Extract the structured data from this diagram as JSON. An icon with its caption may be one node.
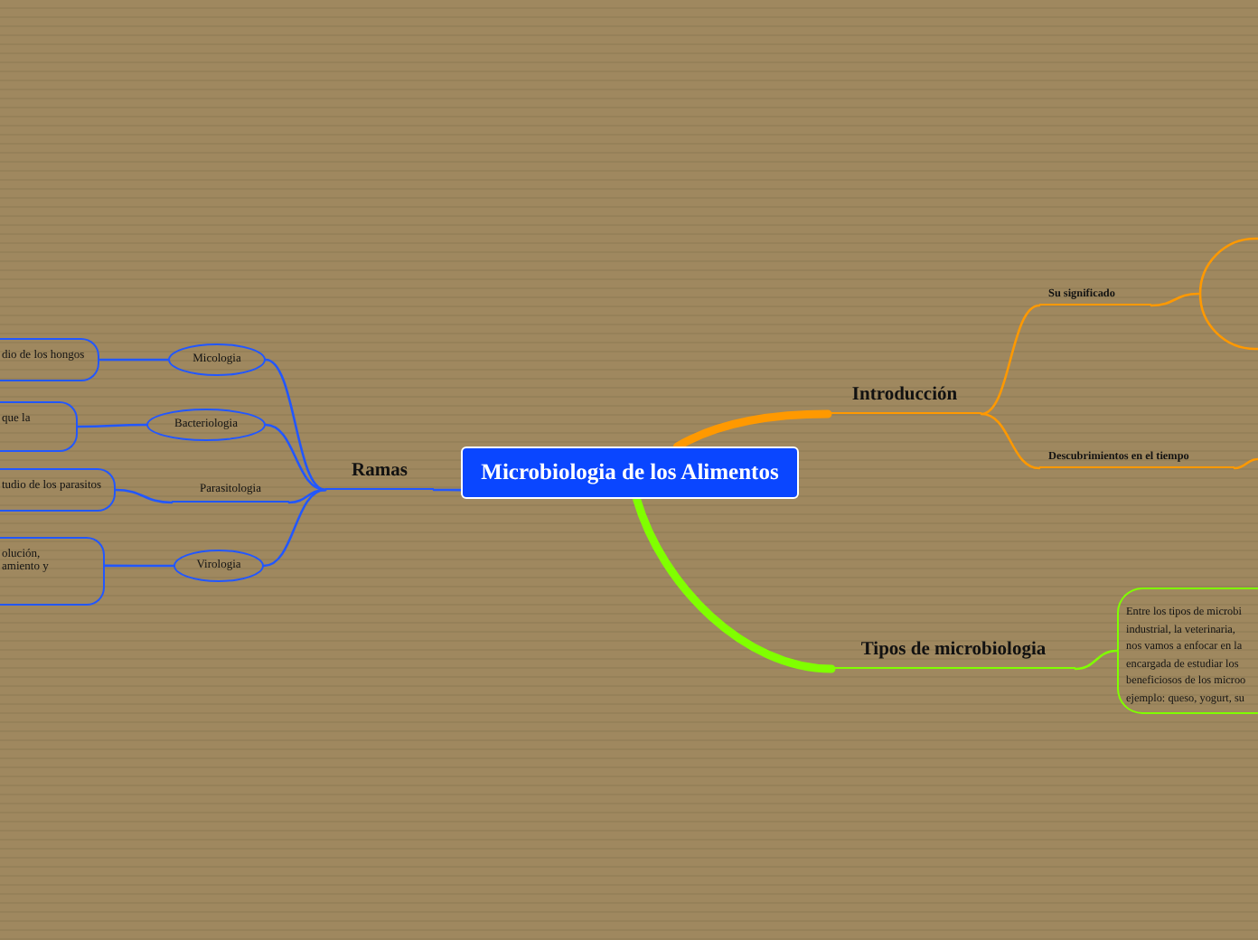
{
  "diagram": {
    "nodes": [
      {
        "text": [
          "Microbiologia de los Alimentos"
        ]
      },
      {
        "text": [
          "Introducción"
        ]
      },
      {
        "text": [
          "Su significado"
        ]
      },
      {
        "text": [],
        "shape": "circle"
      },
      {
        "text": [
          "Descubrimientos en el tiempo"
        ]
      },
      {
        "text": [
          "Tipos de microbiologia"
        ]
      },
      {
        "text": [
          "Entre los tipos de microbi industrial, la veterinaria, nos vamos a enfocar en la encargada de estudiar los beneficiosos de los microo ejemplo: queso, yogurt, su"
        ]
      },
      {
        "text": [
          "Ramas"
        ]
      },
      {
        "text": [
          "Micologia"
        ]
      },
      {
        "text": [
          "dio de los hongos"
        ]
      },
      {
        "text": [
          "Bacteriologia"
        ]
      },
      {
        "text": [
          "que la"
        ]
      },
      {
        "text": [
          "Parasitologia"
        ]
      },
      {
        "text": [
          "tudio de los parasitos"
        ]
      },
      {
        "text": [
          "Virologia"
        ]
      },
      {
        "text": [
          "olución, amiento y"
        ]
      }
    ],
    "edges": [
      {
        "from": 0,
        "to": 1,
        "arrow": "none",
        "style": "thick",
        "color": "#ff9900"
      },
      {
        "from": 1,
        "to": 2,
        "arrow": "none",
        "color": "#ff9900"
      },
      {
        "from": 2,
        "to": 3,
        "arrow": "none",
        "color": "#ff9900"
      },
      {
        "from": 1,
        "to": 4,
        "arrow": "none",
        "color": "#ff9900"
      },
      {
        "from": 4,
        "to": null,
        "arrow": "none",
        "color": "#ff9900"
      },
      {
        "from": 0,
        "to": 5,
        "arrow": "none",
        "style": "thick",
        "color": "#80ff00"
      },
      {
        "from": 5,
        "to": 6,
        "arrow": "none",
        "color": "#80ff00"
      },
      {
        "from": 0,
        "to": 7,
        "arrow": "none"
      },
      {
        "from": 7,
        "to": 8,
        "arrow": "none"
      },
      {
        "from": 7,
        "to": 10,
        "arrow": "none"
      },
      {
        "from": 7,
        "to": 12,
        "arrow": "none"
      },
      {
        "from": 7,
        "to": 14,
        "arrow": "none"
      },
      {
        "from": 8,
        "to": 9,
        "arrow": "none"
      },
      {
        "from": 10,
        "to": 11,
        "arrow": "none"
      },
      {
        "from": 12,
        "to": 13,
        "arrow": "none"
      },
      {
        "from": 14,
        "to": 15,
        "arrow": "none"
      }
    ]
  }
}
